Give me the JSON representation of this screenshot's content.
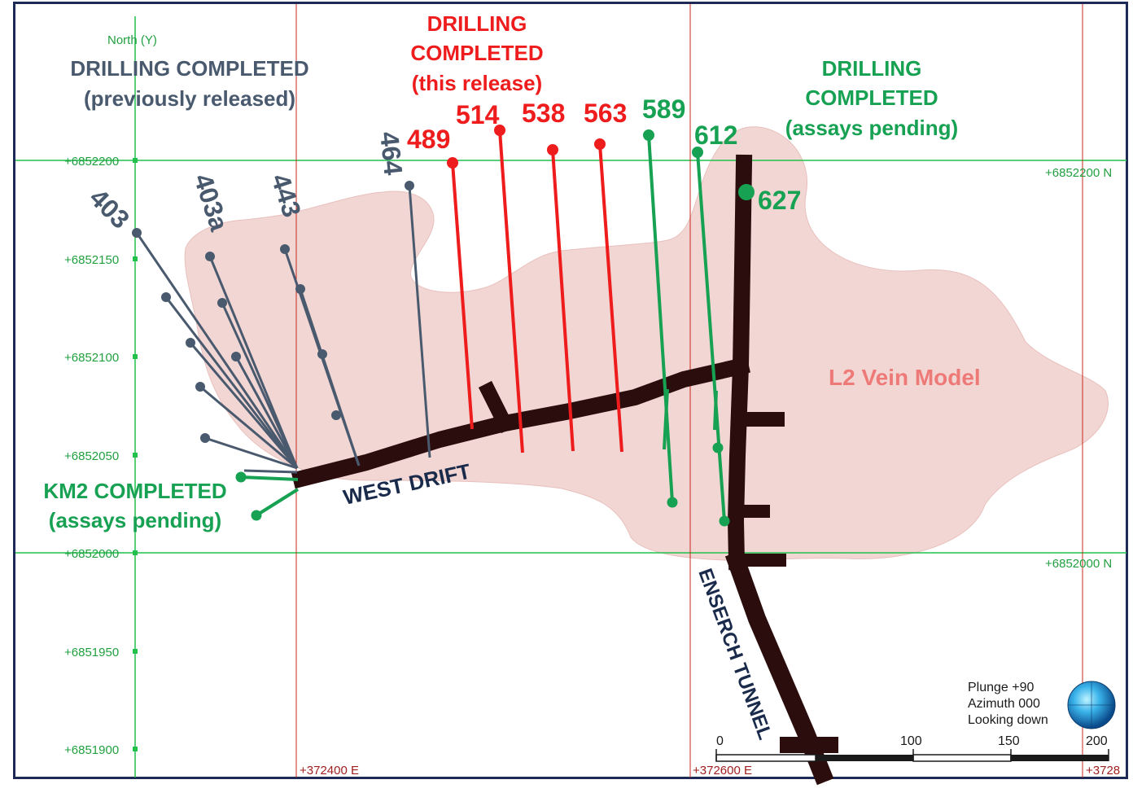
{
  "axis": {
    "north_label": "North (Y)"
  },
  "grid": {
    "northings": [
      "+6852200",
      "+6852150",
      "+6852100",
      "+6852050",
      "+6852000",
      "+6851950",
      "+6851900"
    ],
    "right_northings": [
      "+6852200 N",
      "+6852000 N"
    ],
    "eastings": [
      "+372400 E",
      "+372600 E",
      "+3728"
    ]
  },
  "groups": {
    "previous": {
      "line1": "DRILLING COMPLETED",
      "line2": "(previously released)"
    },
    "this_release": {
      "line1": "DRILLING",
      "line2": "COMPLETED",
      "line3": "(this release)"
    },
    "pending": {
      "line1": "DRILLING",
      "line2": "COMPLETED",
      "line3": "(assays pending)"
    },
    "km2": {
      "line1": "KM2 COMPLETED",
      "line2": "(assays pending)"
    }
  },
  "holes": {
    "h403": "403",
    "h403a": "403a",
    "h443": "443",
    "h464": "464",
    "h489": "489",
    "h514": "514",
    "h538": "538",
    "h563": "563",
    "h589": "589",
    "h612": "612",
    "h627": "627"
  },
  "features": {
    "west_drift": "WEST DRIFT",
    "ensearch_tunnel": "ENSERCH TUNNEL",
    "vein_model": "L2 Vein Model"
  },
  "view": {
    "plunge": "Plunge +90",
    "azimuth": "Azimuth 000",
    "looking": "Looking down"
  },
  "scale": {
    "labels": [
      "0",
      "100",
      "150",
      "200"
    ]
  },
  "colors": {
    "grey_holes": "#4a5a6e",
    "red_holes": "#ee1c1c",
    "green_holes": "#17a152",
    "grid_green": "#21c04a",
    "grid_red": "#c8281e",
    "vein": "#f2d6d4",
    "vein_label": "#ee7a78",
    "drift": "#2b0d0d",
    "drift_label": "#1a2a4a"
  }
}
